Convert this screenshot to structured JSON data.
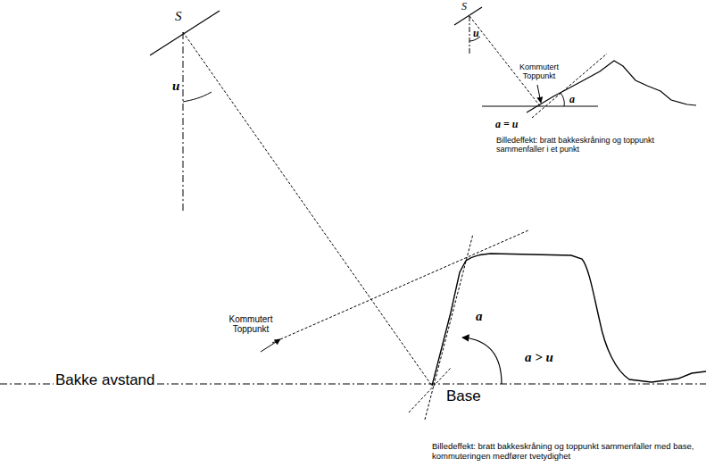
{
  "diagram": {
    "labels": [
      "S",
      "u",
      "S",
      "u",
      "Kommutert Toppunkt",
      "a",
      "a = u",
      "Billedeffekt: bratt bakkeskråning og toppunkt sammenfaller i et punkt",
      "Kommutert Toppunkt",
      "a",
      "a > u",
      "Bakke avstand",
      "Base",
      "Billedeffekt: bratt bakkeskråning og toppunkt sammenfaller med base, kommuteringen medfører tvetydighet"
    ]
  }
}
